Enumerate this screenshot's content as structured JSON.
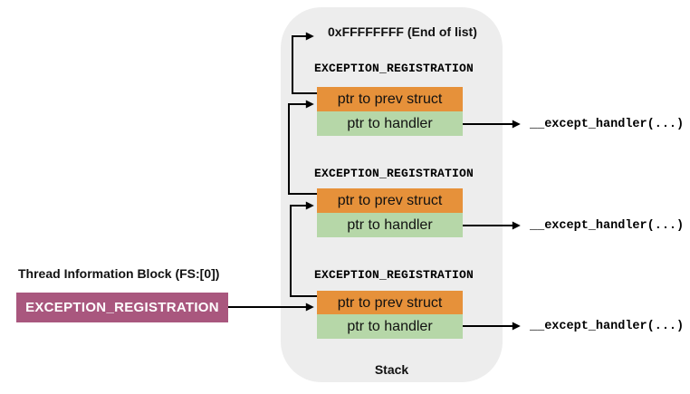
{
  "tib": {
    "title": "Thread Information Block (FS:[0])",
    "box_label": "EXCEPTION_REGISTRATION"
  },
  "end_of_list_label": "0xFFFFFFFF (End of list)",
  "stack": {
    "caption": "Stack",
    "structs": [
      {
        "label": "EXCEPTION_REGISTRATION",
        "prev_label": "ptr to prev struct",
        "handler_label": "ptr to handler"
      },
      {
        "label": "EXCEPTION_REGISTRATION",
        "prev_label": "ptr to prev struct",
        "handler_label": "ptr to handler"
      },
      {
        "label": "EXCEPTION_REGISTRATION",
        "prev_label": "ptr to prev struct",
        "handler_label": "ptr to handler"
      }
    ]
  },
  "handlers": [
    {
      "label": "__except_handler(...)"
    },
    {
      "label": "__except_handler(...)"
    },
    {
      "label": "__except_handler(...)"
    }
  ],
  "colors": {
    "prev_cell": "#e6913a",
    "handler_cell": "#b6d7a8",
    "tib_box": "#a9577e",
    "stack_bg": "#ededed",
    "arrow": "#000000"
  }
}
